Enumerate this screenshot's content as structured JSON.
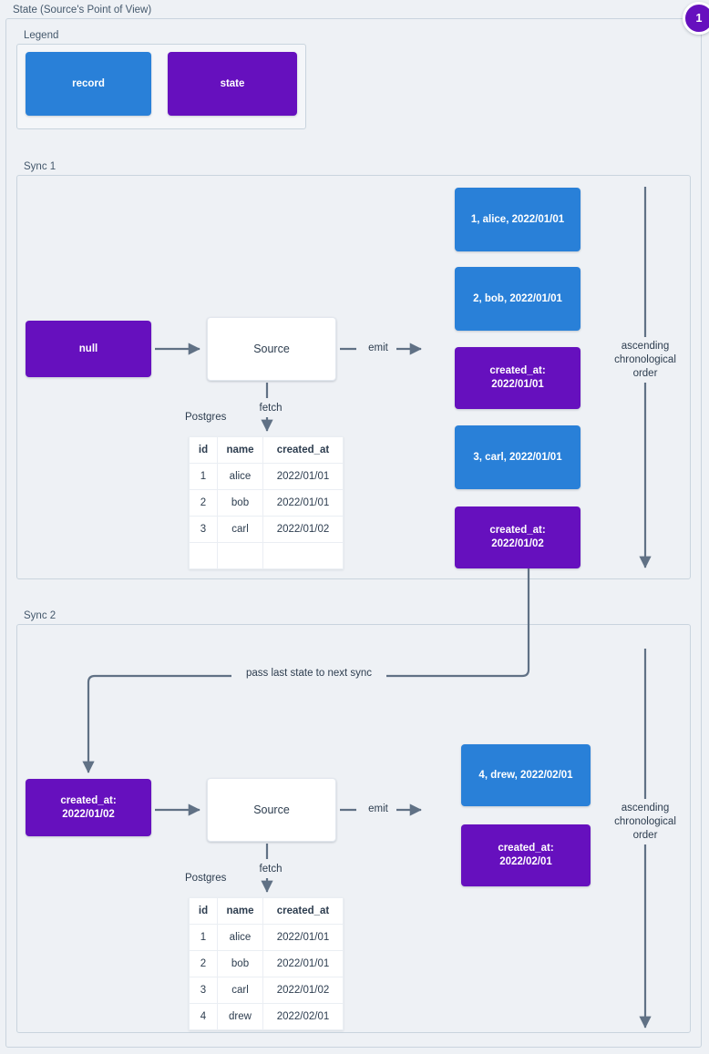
{
  "page": {
    "title": "State (Source's Point of View)",
    "badge": "1",
    "colors": {
      "record": "#2980d8",
      "state": "#6610be",
      "background": "#eef1f5",
      "frame_border": "#c9d4de",
      "connector": "#607185"
    }
  },
  "legend": {
    "label": "Legend",
    "items": [
      {
        "label": "record",
        "kind": "record"
      },
      {
        "label": "state",
        "kind": "state"
      }
    ]
  },
  "sync1": {
    "label": "Sync 1",
    "input_state": "null",
    "source_label": "Source",
    "fetch_label": "fetch",
    "emit_label": "emit",
    "db_label": "Postgres",
    "table": {
      "columns": [
        "id",
        "name",
        "created_at"
      ],
      "rows": [
        [
          "1",
          "alice",
          "2022/01/01"
        ],
        [
          "2",
          "bob",
          "2022/01/01"
        ],
        [
          "3",
          "carl",
          "2022/01/02"
        ],
        [
          "",
          "",
          ""
        ]
      ]
    },
    "emitted": [
      {
        "kind": "record",
        "text": "1, alice, 2022/01/01"
      },
      {
        "kind": "record",
        "text": "2, bob, 2022/01/01"
      },
      {
        "kind": "state",
        "text": "created_at:\n2022/01/01"
      },
      {
        "kind": "record",
        "text": "3, carl, 2022/01/01"
      },
      {
        "kind": "state",
        "text": "created_at:\n2022/01/02"
      }
    ],
    "order_label": "ascending\nchronological\norder"
  },
  "sync2": {
    "label": "Sync 2",
    "input_state": "created_at:\n2022/01/02",
    "source_label": "Source",
    "fetch_label": "fetch",
    "emit_label": "emit",
    "db_label": "Postgres",
    "pass_state_label": "pass last state to next sync",
    "table": {
      "columns": [
        "id",
        "name",
        "created_at"
      ],
      "rows": [
        [
          "1",
          "alice",
          "2022/01/01"
        ],
        [
          "2",
          "bob",
          "2022/01/01"
        ],
        [
          "3",
          "carl",
          "2022/01/02"
        ],
        [
          "4",
          "drew",
          "2022/02/01"
        ]
      ]
    },
    "emitted": [
      {
        "kind": "record",
        "text": "4, drew, 2022/02/01"
      },
      {
        "kind": "state",
        "text": "created_at:\n2022/02/01"
      }
    ],
    "order_label": "ascending\nchronological\norder"
  }
}
